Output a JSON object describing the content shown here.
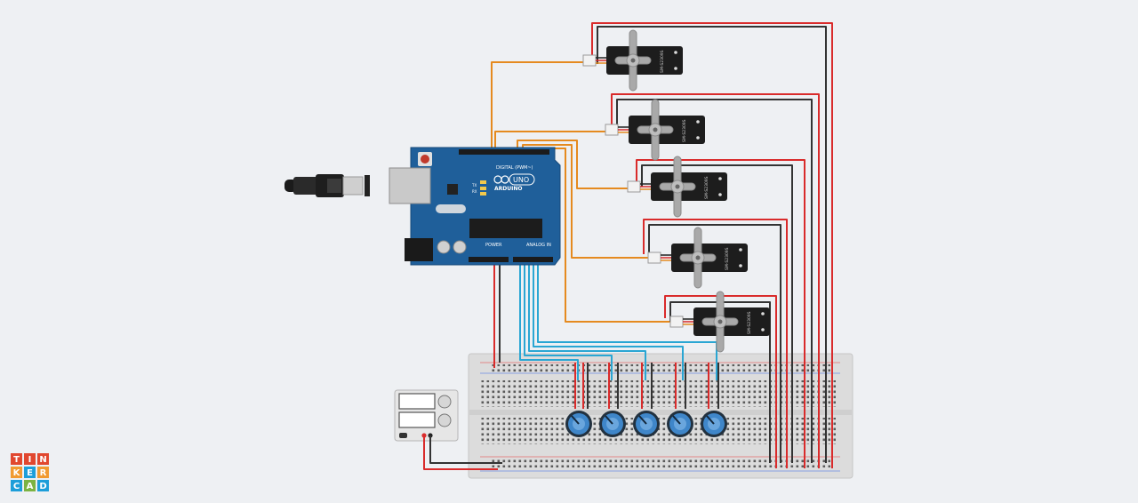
{
  "canvas": {
    "background": "#eef0f3"
  },
  "arduino": {
    "logo_text": "ARDUINO",
    "model": "UNO",
    "digital_label": "DIGITAL (PWM~)",
    "power_label": "POWER",
    "analog_label": "ANALOG IN",
    "tx_label": "TX",
    "rx_label": "RX",
    "color": "#1f5f9a"
  },
  "servos": [
    {
      "id": "servo-1",
      "model": "SM-S2309S"
    },
    {
      "id": "servo-2",
      "model": "SM-S2309S"
    },
    {
      "id": "servo-3",
      "model": "SM-S2309S"
    },
    {
      "id": "servo-4",
      "model": "SM-S2309S"
    },
    {
      "id": "servo-5",
      "model": "SM-S2309S"
    }
  ],
  "potentiometers": [
    {
      "id": "pot-1"
    },
    {
      "id": "pot-2"
    },
    {
      "id": "pot-3"
    },
    {
      "id": "pot-4"
    },
    {
      "id": "pot-5"
    }
  ],
  "wire_colors": {
    "power": "#d92b2b",
    "ground": "#333333",
    "signal": "#e58a1f",
    "analog": "#2aa6d3"
  },
  "tinkercad_logo": {
    "letters": [
      "T",
      "I",
      "N",
      "K",
      "E",
      "R",
      "C",
      "A",
      "D"
    ],
    "colors": [
      "#e1472f",
      "#e1472f",
      "#e1472f",
      "#f19a31",
      "#1d9ed9",
      "#f19a31",
      "#1d9ed9",
      "#7cb342",
      "#1d9ed9"
    ]
  }
}
